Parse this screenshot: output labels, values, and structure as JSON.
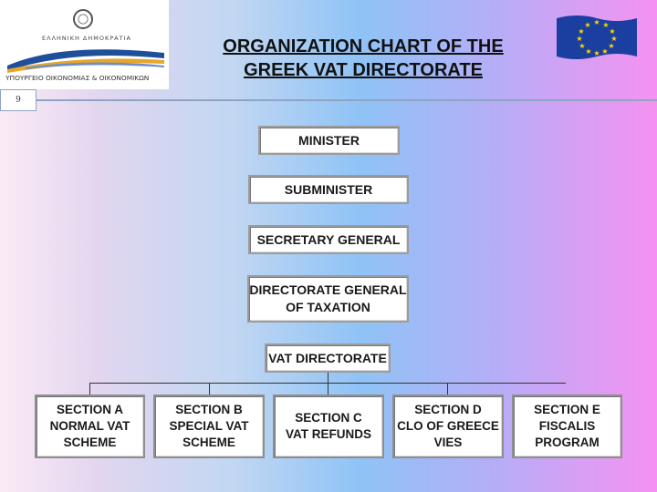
{
  "header": {
    "logo_top_text": "ΕΛΛΗΝΙΚΗ ΔΗΜΟΚΡΑΤΙΑ",
    "logo_bottom_text": "ΥΠΟΥΡΓΕΙΟ ΟΙΚΟΝΟΜΙΑΣ & ΟΙΚΟΝΟΜΙΚΩΝ",
    "title_line1": "ORGANIZATION CHART OF THE",
    "title_line2": "GREEK VAT DIRECTORATE",
    "flag_icon": "eu-flag-icon"
  },
  "slide": {
    "number": "9"
  },
  "chart": {
    "minister": "MINISTER",
    "subminister": "SUBMINISTER",
    "secretary_general": "SECRETARY GENERAL",
    "directorate_general": "DIRECTORATE GENERAL\nOF TAXATION",
    "vat_directorate": "VAT DIRECTORATE",
    "sections": [
      "SECTION A\nNORMAL VAT\nSCHEME",
      "SECTION B\nSPECIAL VAT\nSCHEME",
      "SECTION C\nVAT REFUNDS",
      "SECTION D\nCLO OF GREECE\nVIES",
      "SECTION E\nFISCALIS\nPROGRAM"
    ]
  },
  "colors": {
    "flag_blue": "#1b3fa0",
    "flag_star": "#ffd700",
    "box_border": "#9c9c9c"
  }
}
